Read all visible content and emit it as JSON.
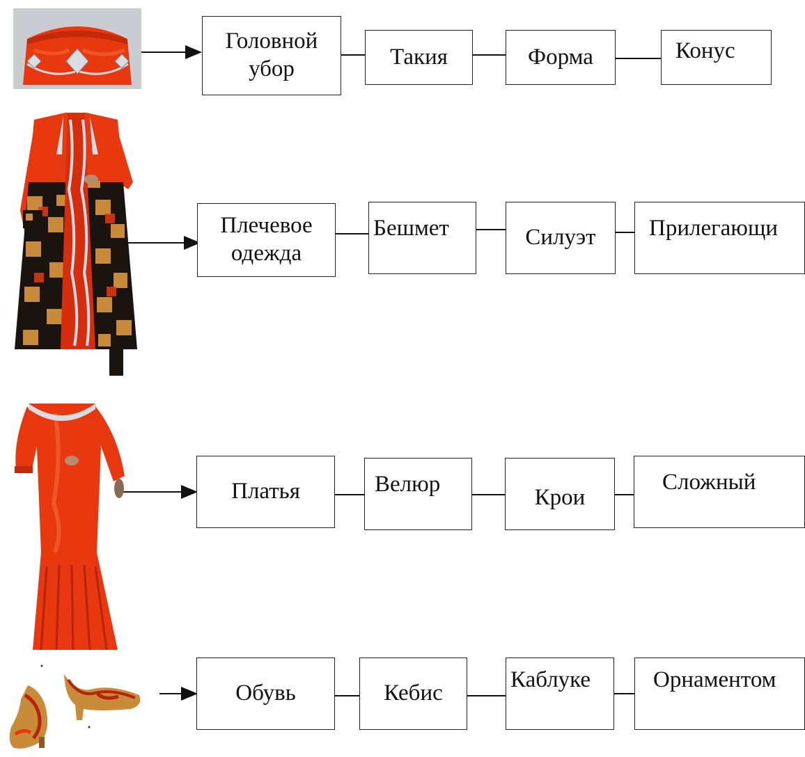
{
  "rows": [
    {
      "item": "Головной\nубор",
      "type": "Такия",
      "attribute": "Форма",
      "value": "Конус",
      "illustration": "red-velvet-takiya-cap"
    },
    {
      "item": "Плечевое\nодежда",
      "type": "Бешмет",
      "attribute": "Силуэт",
      "value": "Прилегающи",
      "illustration": "red-beshmet-patterned-coat"
    },
    {
      "item": "Платья",
      "type": "Велюр",
      "attribute": "Крои",
      "value": "Сложный",
      "illustration": "red-velour-dress"
    },
    {
      "item": "Обувь",
      "type": "Кебис",
      "attribute": "Каблуке",
      "value": "Орнаментом",
      "illustration": "ornamented-heeled-shoes"
    }
  ],
  "colors": {
    "garment_red": "#e8380f",
    "garment_dark_red": "#b3240a",
    "trim_silver": "#d9dde3",
    "pattern_black": "#1a1410",
    "pattern_gold": "#c98a3a",
    "line": "#111111"
  }
}
